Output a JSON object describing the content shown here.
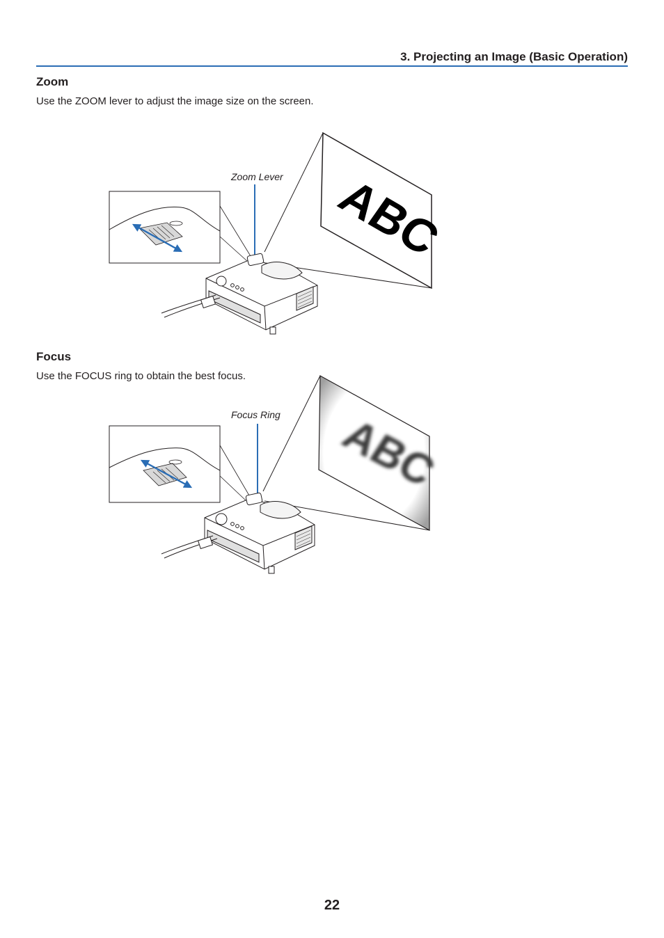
{
  "header": {
    "title": "3. Projecting an Image (Basic Operation)"
  },
  "zoom": {
    "title": "Zoom",
    "description": "Use the ZOOM lever to adjust the image size on the screen.",
    "callout": "Zoom Lever",
    "screen_text": "ABC"
  },
  "focus": {
    "title": "Focus",
    "description": "Use the FOCUS ring to obtain the best focus.",
    "callout": "Focus Ring",
    "screen_text": "ABC"
  },
  "footer": {
    "page_number": "22"
  },
  "colors": {
    "accent": "#2a6db5",
    "text": "#231f20"
  },
  "icons": [
    "double-arrow-icon",
    "projector-illustration"
  ]
}
